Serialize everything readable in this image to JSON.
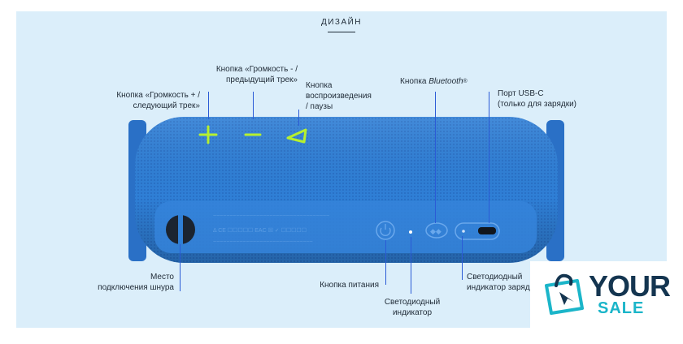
{
  "section_title": "ДИЗАЙН",
  "labels": {
    "volume_up_l1": "Кнопка «Громкость + /",
    "volume_up_l2": "следующий трек»",
    "volume_down_l1": "Кнопка «Громкость - /",
    "volume_down_l2": "предыдущий трек»",
    "play_l1": "Кнопка",
    "play_l2": "воспроизведения",
    "play_l3": "/ паузы",
    "bluetooth_prefix": "Кнопка ",
    "bluetooth_word": "Bluetooth",
    "bluetooth_mark": "®",
    "usb_l1": "Порт USB-C",
    "usb_l2": "(только для зарядки)",
    "strap_l1": "Место",
    "strap_l2": "подключения шнура",
    "power": "Кнопка питания",
    "led_l1": "Светодиодный",
    "led_l2": "индикатор",
    "charge_led_l1": "Светодиодный",
    "charge_led_l2": "индикатор зарядки"
  },
  "logo": {
    "top": "YOUR",
    "bottom": "SALE"
  },
  "colors": {
    "background": "#dbeefa",
    "speaker": "#2f7fd6",
    "accent_green": "#b6f02f",
    "leader": "#2b5bd6",
    "logo_dark": "#143550",
    "logo_teal": "#1bb5c9"
  }
}
